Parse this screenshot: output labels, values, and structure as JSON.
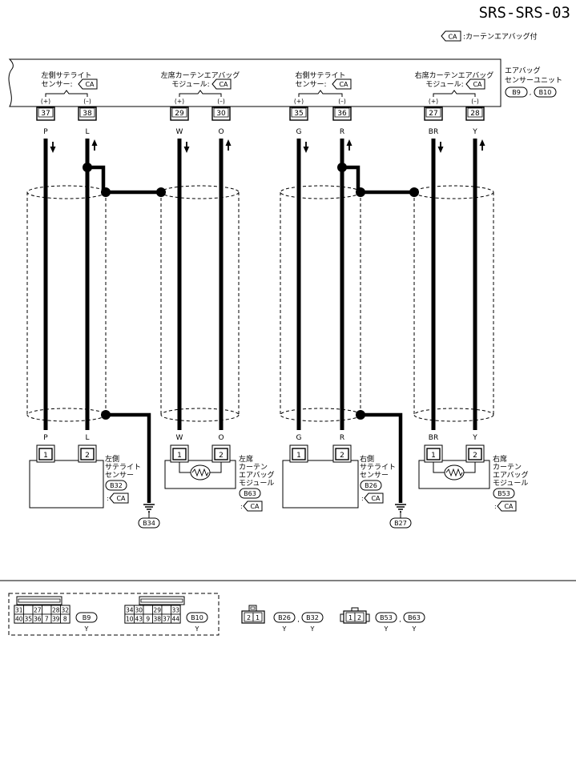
{
  "header": {
    "title": "SRS-SRS-03",
    "legend_badge": "CA",
    "legend_text": ":カーテンエアバッグ付"
  },
  "top_unit": {
    "name_line1": "エアバッグ",
    "name_line2": "センサーユニット",
    "conn_a": "B9",
    "conn_b": "B10",
    "sep": ",",
    "groups": [
      {
        "line1": "左側サテライト",
        "line2": "センサー:",
        "badge": "CA"
      },
      {
        "line1": "左席カーテンエアバッグ",
        "line2": "モジュール:",
        "badge": "CA"
      },
      {
        "line1": "右側サテライト",
        "line2": "センサー:",
        "badge": "CA"
      },
      {
        "line1": "右席カーテンエアバッグ",
        "line2": "モジュール:",
        "badge": "CA"
      }
    ],
    "pins": [
      {
        "pol": "(+)",
        "num": "37",
        "color": "P"
      },
      {
        "pol": "(–)",
        "num": "38",
        "color": "L"
      },
      {
        "pol": "(+)",
        "num": "29",
        "color": "W"
      },
      {
        "pol": "(–)",
        "num": "30",
        "color": "O"
      },
      {
        "pol": "(+)",
        "num": "35",
        "color": "G"
      },
      {
        "pol": "(–)",
        "num": "36",
        "color": "R"
      },
      {
        "pol": "(+)",
        "num": "27",
        "color": "BR"
      },
      {
        "pol": "(–)",
        "num": "28",
        "color": "Y"
      }
    ]
  },
  "bottom": {
    "wire_colors": [
      "P",
      "L",
      "W",
      "O",
      "G",
      "R",
      "BR",
      "Y"
    ],
    "pin1": "1",
    "pin2": "2",
    "devices": [
      {
        "lines": [
          "左側",
          "サテライト",
          "センサー"
        ],
        "conn": "B32",
        "badge": "CA"
      },
      {
        "lines": [
          "左席",
          "カーテン",
          "エアバッグ",
          "モジュール"
        ],
        "conn": "B63",
        "badge": "CA"
      },
      {
        "lines": [
          "右側",
          "サテライト",
          "センサー"
        ],
        "conn": "B26",
        "badge": "CA"
      },
      {
        "lines": [
          "右席",
          "カーテン",
          "エアバッグ",
          "モジュール"
        ],
        "conn": "B53",
        "badge": "CA"
      }
    ],
    "badge_prefix": ":",
    "grounds": [
      "B34",
      "B27"
    ]
  },
  "connectors": {
    "b9": {
      "row1": [
        "31",
        "",
        "27",
        "",
        "28",
        "32"
      ],
      "row2": [
        "40",
        "35",
        "36",
        "7",
        "39",
        "8"
      ],
      "id": "B9",
      "color": "Y"
    },
    "b10": {
      "row1": [
        "34",
        "30",
        "",
        "29",
        "",
        "33"
      ],
      "row2": [
        "10",
        "43",
        "9",
        "38",
        "37",
        "44"
      ],
      "id": "B10",
      "color": "Y"
    },
    "two_pin_a": {
      "pins": [
        "2",
        "1"
      ],
      "ids": [
        "B26",
        "B32"
      ],
      "colors": [
        "Y",
        "Y"
      ],
      "sep": ","
    },
    "two_pin_b": {
      "pins": [
        "1",
        "2"
      ],
      "ids": [
        "B53",
        "B63"
      ],
      "colors": [
        "Y",
        "Y"
      ],
      "sep": ","
    }
  }
}
